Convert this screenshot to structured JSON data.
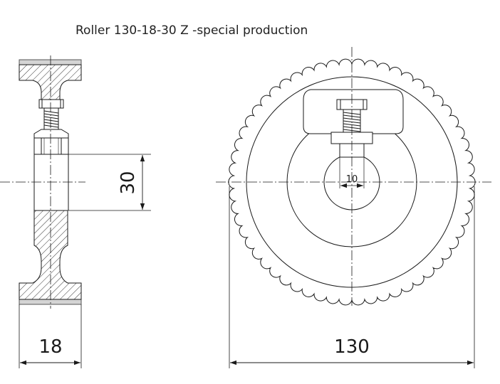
{
  "title": "Roller 130-18-30 Z -special production",
  "dimensions": {
    "width_label": "18",
    "bore_label": "30",
    "diameter_label": "130",
    "slot_label": "10"
  },
  "views": [
    "side-section-view",
    "front-view"
  ],
  "sprocket": {
    "tooth_count": 58
  },
  "colors": {
    "line": "#1a1a1a",
    "tire": "#d4d4d4",
    "hatch": "#333333"
  }
}
